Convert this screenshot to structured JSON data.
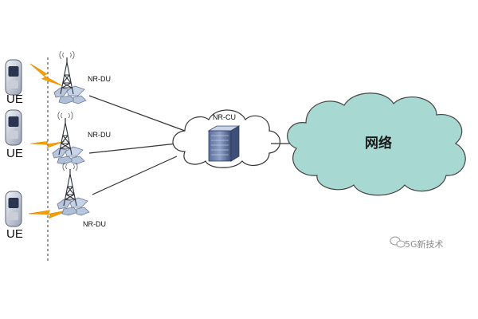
{
  "ue": [
    {
      "label": "UE"
    },
    {
      "label": "UE"
    },
    {
      "label": "UE"
    }
  ],
  "du": [
    {
      "label": "NR-DU"
    },
    {
      "label": "NR-DU"
    },
    {
      "label": "NR-DU"
    }
  ],
  "cu": {
    "label": "NR-CU"
  },
  "network": {
    "label": "网络"
  },
  "watermark": {
    "text": "5G新技术",
    "icon": "wechat-icon"
  },
  "colors": {
    "lightning": "#f5a000",
    "cloud_fill": "#a8d8d2",
    "cloud_stroke": "#444444",
    "hex_fill": "#b8c7dc",
    "line": "#333333"
  }
}
